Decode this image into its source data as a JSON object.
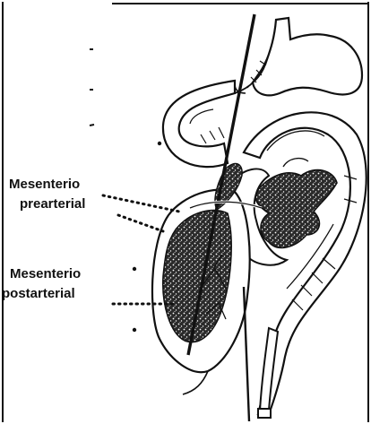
{
  "labels": {
    "prearterial_line1": "Mesenterio",
    "prearterial_line2": "prearterial",
    "postarterial_line1": "Mesenterio",
    "postarterial_line2": "postarterial"
  },
  "colors": {
    "ink": "#111111",
    "paper": "#ffffff"
  }
}
